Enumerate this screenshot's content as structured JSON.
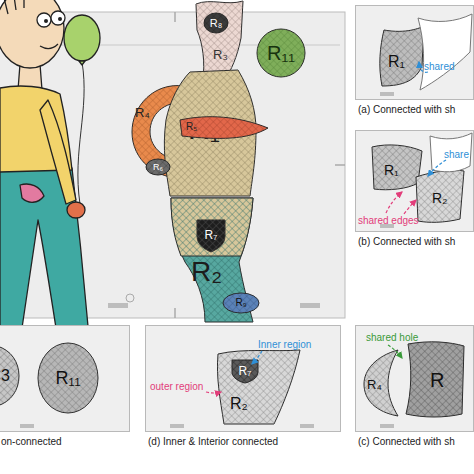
{
  "diagram": {
    "nodes": [
      {
        "text": [
          "R₃"
        ]
      },
      {
        "text": [
          "R₈"
        ],
        "in": 0
      },
      {
        "text": [
          "R₁₁"
        ]
      },
      {
        "text": [
          "R₄"
        ]
      },
      {
        "text": [
          "R₁"
        ]
      },
      {
        "text": [
          "R₅"
        ]
      },
      {
        "text": [
          "R₆"
        ]
      },
      {
        "text": [
          "R₂"
        ]
      },
      {
        "text": [
          "R₇"
        ],
        "in": 7
      },
      {
        "text": [
          "R₉"
        ]
      },
      {
        "text": [
          "(a) Connected with sh"
        ]
      },
      {
        "text": [
          "R₁"
        ],
        "in": 10
      },
      {
        "text": [
          "(b) Connected with sh"
        ]
      },
      {
        "text": [
          "R₁"
        ],
        "in": 12
      },
      {
        "text": [
          "R₂"
        ],
        "in": 12
      },
      {
        "text": [
          "on-connected"
        ]
      },
      {
        "text": [
          "3"
        ],
        "in": 15
      },
      {
        "text": [
          "R₁₁"
        ],
        "in": 15
      },
      {
        "text": [
          "(d) Inner & Interior connected"
        ]
      },
      {
        "text": [
          "R₂"
        ],
        "in": 18
      },
      {
        "text": [
          "R₇"
        ],
        "in": 19
      },
      {
        "text": [
          "(c) Connected with sh"
        ]
      },
      {
        "text": [
          "R₄"
        ],
        "in": 21
      },
      {
        "text": [
          "R"
        ],
        "in": 21
      }
    ],
    "labels": [
      "shared",
      "share",
      "shared edges",
      "Inner region",
      "outer region",
      "shared hole"
    ]
  }
}
